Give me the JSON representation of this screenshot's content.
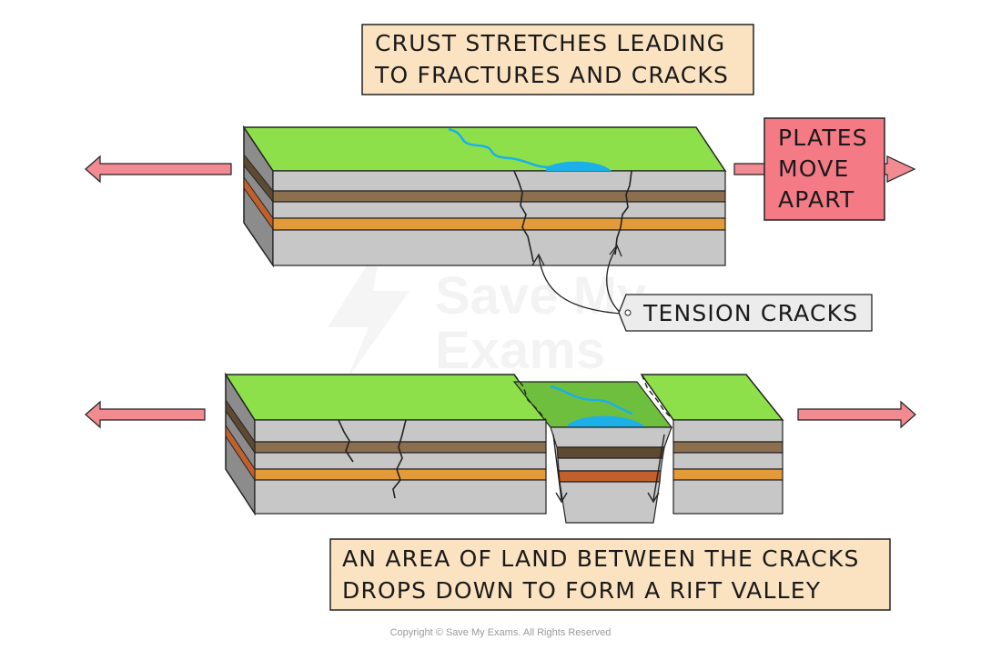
{
  "top_caption": {
    "line1": "CRUST STRETCHES LEADING",
    "line2": "TO FRACTURES AND CRACKS"
  },
  "plates_label": {
    "line1": "PLATES",
    "line2": "MOVE",
    "line3": "APART"
  },
  "tension_label": "TENSION CRACKS",
  "bottom_caption": {
    "line1": "AN AREA OF LAND BETWEEN THE  CRACKS",
    "line2": "DROPS DOWN TO FORM A RIFT VALLEY"
  },
  "watermark": {
    "line1": "Save My",
    "line2": "Exams"
  },
  "copyright": "Copyright © Save My Exams. All Rights Reserved",
  "colors": {
    "grass": "#8ee04a",
    "rock_light": "#c7c7c7",
    "rock_side": "#8c8c8c",
    "brown_layer": "#8b6f4e",
    "orange_layer": "#e39b3a",
    "water": "#1bb0e8",
    "caption_bg": "#fbe3c2",
    "plates_bg": "#f47a86",
    "arrow_pink": "#f28a92"
  }
}
